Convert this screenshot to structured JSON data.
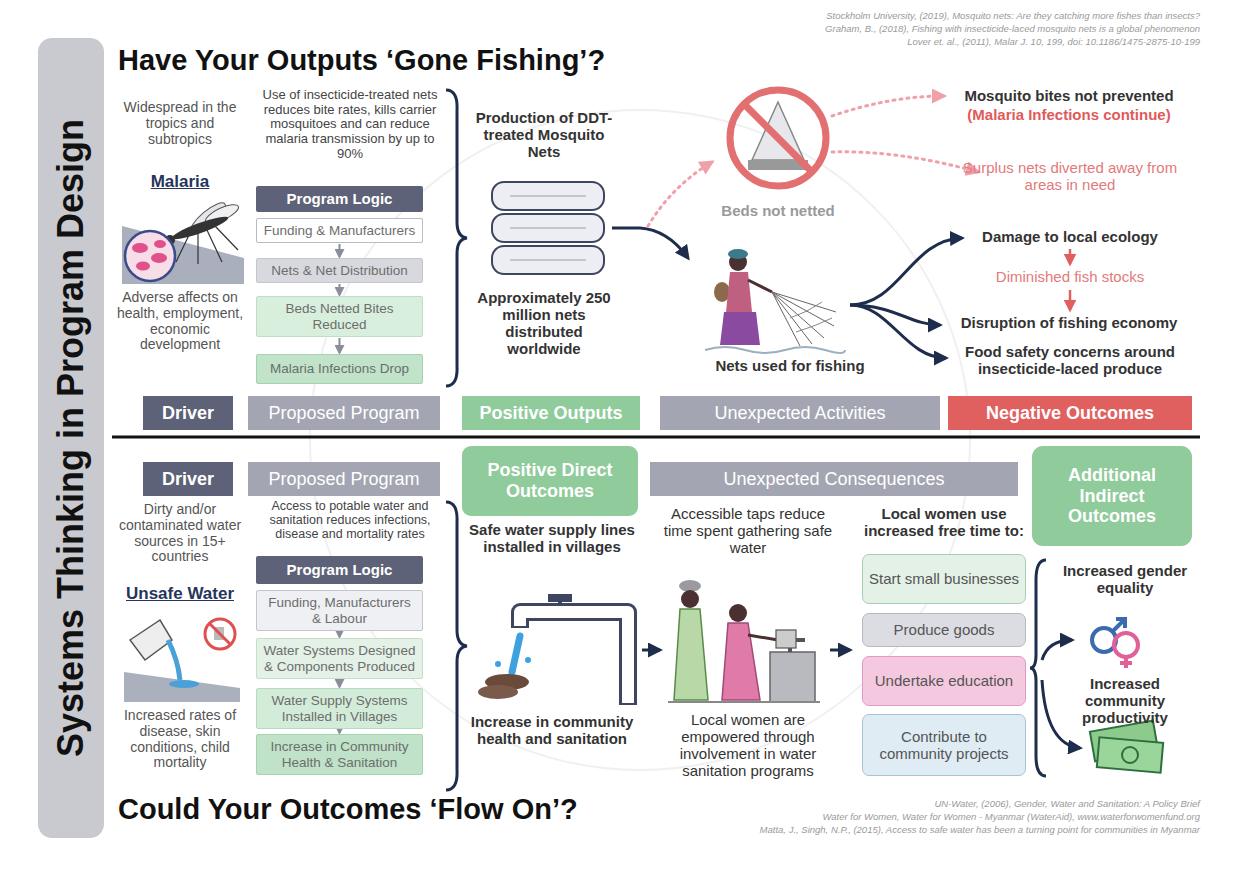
{
  "diagram": {
    "title": "Systems Thinking in Program Design",
    "nodes": [
      {
        "text": [
          "Driver"
        ]
      },
      {
        "text": [
          "Proposed Program"
        ]
      },
      {
        "text": [
          "Positive Outputs"
        ]
      },
      {
        "text": [
          "Unexpected Activities"
        ]
      },
      {
        "text": [
          "Negative Outcomes"
        ]
      },
      {
        "text": [
          "Program Logic"
        ]
      },
      {
        "text": [
          "Funding & Manufacturers"
        ],
        "in": 5
      },
      {
        "text": [
          "Nets & Net Distribution"
        ],
        "in": 5
      },
      {
        "text": [
          "Beds Netted Bites Reduced"
        ],
        "in": 5
      },
      {
        "text": [
          "Malaria Infections Drop"
        ],
        "in": 5
      },
      {
        "text": [
          "Driver"
        ]
      },
      {
        "text": [
          "Proposed Program"
        ]
      },
      {
        "text": [
          "Positive Direct Outcomes"
        ]
      },
      {
        "text": [
          "Unexpected Consequences"
        ]
      },
      {
        "text": [
          "Additional Indirect Outcomes"
        ]
      },
      {
        "text": [
          "Program Logic"
        ]
      },
      {
        "text": [
          "Funding, Manufacturers & Labour"
        ],
        "in": 15
      },
      {
        "text": [
          "Water Systems Designed & Components Produced"
        ],
        "in": 15
      },
      {
        "text": [
          "Water Supply Systems Installed in Villages"
        ],
        "in": 15
      },
      {
        "text": [
          "Increase in Community Health & Sanitation"
        ],
        "in": 15
      },
      {
        "text": [
          "Start small businesses"
        ]
      },
      {
        "text": [
          "Produce goods"
        ]
      },
      {
        "text": [
          "Undertake education"
        ]
      },
      {
        "text": [
          "Contribute to community projects"
        ]
      }
    ],
    "edges": [
      {
        "from": 6,
        "to": 7,
        "arrow": "to"
      },
      {
        "from": 7,
        "to": 8,
        "arrow": "to"
      },
      {
        "from": 8,
        "to": 9,
        "arrow": "to"
      },
      {
        "from": 16,
        "to": 17,
        "arrow": "to"
      },
      {
        "from": 17,
        "to": 18,
        "arrow": "to"
      },
      {
        "from": 18,
        "to": 19,
        "arrow": "to"
      }
    ],
    "labels": [
      "Have Your Outputs ‘Gone Fishing’?",
      "Stockholm University, (2019), Mosquito nets: Are they catching more fishes than insects?",
      "Graham, B., (2018), Fishing with insecticide-laced mosquito nets is a global phenomenon",
      "Lover et. al., (2011), Malar J. 10, 199, doi: 10.1186/1475-2875-10-199",
      "Widespread in the tropics and subtropics",
      "Malaria",
      "Adverse affects on health, employment, economic development",
      "Use of insecticide-treated nets reduces bite rates, kills carrier mosquitoes and can reduce malaria transmission by up to 90%",
      "Production of DDT-treated Mosquito Nets",
      "Approximately 250 million nets distributed worldwide",
      "Beds not netted",
      "Nets used for fishing",
      "Mosquito bites not prevented",
      "(Malaria Infections continue)",
      "Surplus nets diverted away from areas in need",
      "Damage to local ecology",
      "Diminished fish stocks",
      "Disruption of fishing economy",
      "Food safety concerns around insecticide-laced produce",
      "Dirty and/or contaminated water sources in 15+ countries",
      "Unsafe Water",
      "Increased rates of disease, skin conditions, child mortality",
      "Access to potable water and sanitation reduces infections, disease and mortality rates",
      "Safe water supply lines installed in villages",
      "Increase in community health and sanitation",
      "Accessible taps reduce time spent gathering safe water",
      "Local women are empowered through involvement in water sanitation programs",
      "Local women use increased free time to:",
      "Increased gender equality",
      "Increased community productivity",
      "Could Your Outcomes ‘Flow On’?",
      "UN-Water, (2006), Gender, Water and Sanitation: A Policy Brief",
      "Water for Women, Water for Women - Myanmar (WaterAid), www.waterforwomenfund.org",
      "Matta, J., Singh, N.P., (2015), Access to safe water has been a turning point for communities in Myanmar"
    ]
  }
}
